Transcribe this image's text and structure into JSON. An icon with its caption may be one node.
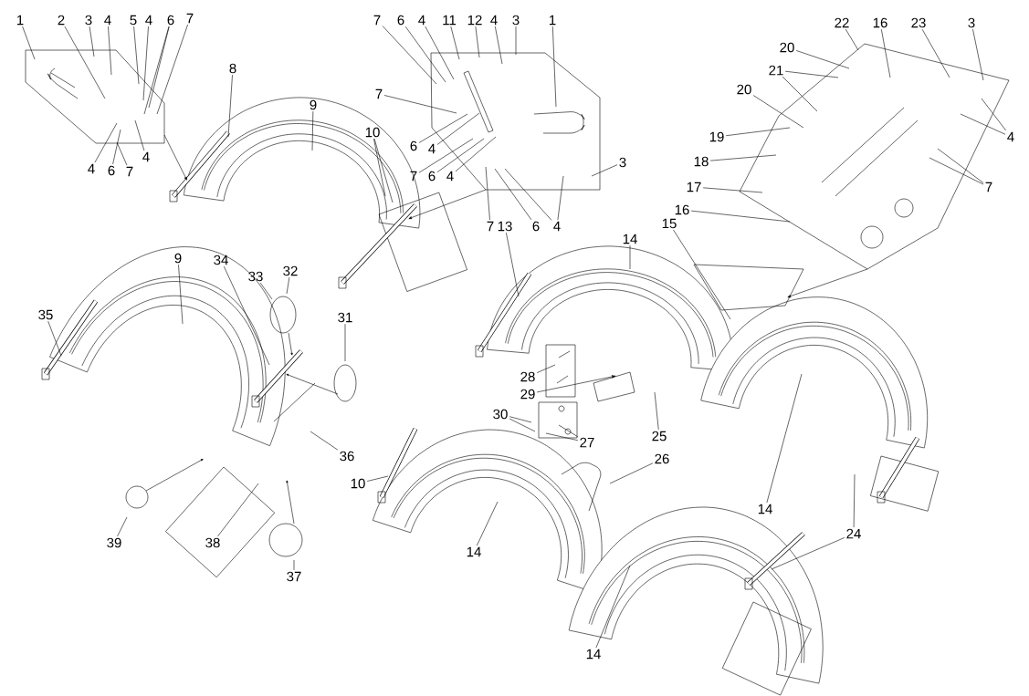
{
  "diagram": {
    "nodes": [
      {
        "text": [
          "1"
        ]
      },
      {
        "text": [
          "2"
        ]
      },
      {
        "text": [
          "3"
        ]
      },
      {
        "text": [
          "4"
        ]
      },
      {
        "text": [
          "5"
        ]
      },
      {
        "text": [
          "4"
        ]
      },
      {
        "text": [
          "6"
        ]
      },
      {
        "text": [
          "7"
        ]
      },
      {
        "text": [
          "7"
        ]
      },
      {
        "text": [
          "6"
        ]
      },
      {
        "text": [
          "4"
        ]
      },
      {
        "text": [
          "11"
        ]
      },
      {
        "text": [
          "12"
        ]
      },
      {
        "text": [
          "4"
        ]
      },
      {
        "text": [
          "3"
        ]
      },
      {
        "text": [
          "1"
        ]
      },
      {
        "text": [
          "22"
        ]
      },
      {
        "text": [
          "16"
        ]
      },
      {
        "text": [
          "23"
        ]
      },
      {
        "text": [
          "3"
        ]
      },
      {
        "text": [
          "20"
        ]
      },
      {
        "text": [
          "21"
        ]
      },
      {
        "text": [
          "8"
        ]
      },
      {
        "text": [
          "9"
        ]
      },
      {
        "text": [
          "7"
        ]
      },
      {
        "text": [
          "20"
        ]
      },
      {
        "text": [
          "19"
        ]
      },
      {
        "text": [
          "4"
        ]
      },
      {
        "text": [
          "10"
        ]
      },
      {
        "text": [
          "4"
        ]
      },
      {
        "text": [
          "6"
        ]
      },
      {
        "text": [
          "7"
        ]
      },
      {
        "text": [
          "4"
        ]
      },
      {
        "text": [
          "6"
        ]
      },
      {
        "text": [
          "4"
        ]
      },
      {
        "text": [
          "18"
        ]
      },
      {
        "text": [
          "3"
        ]
      },
      {
        "text": [
          "7"
        ]
      },
      {
        "text": [
          "6"
        ]
      },
      {
        "text": [
          "4"
        ]
      },
      {
        "text": [
          "7"
        ]
      },
      {
        "text": [
          "17"
        ]
      },
      {
        "text": [
          "16"
        ]
      },
      {
        "text": [
          "7"
        ]
      },
      {
        "text": [
          "13"
        ]
      },
      {
        "text": [
          "6"
        ]
      },
      {
        "text": [
          "4"
        ]
      },
      {
        "text": [
          "14"
        ]
      },
      {
        "text": [
          "15"
        ]
      },
      {
        "text": [
          "9"
        ]
      },
      {
        "text": [
          "34"
        ]
      },
      {
        "text": [
          "32"
        ]
      },
      {
        "text": [
          "33"
        ]
      },
      {
        "text": [
          "35"
        ]
      },
      {
        "text": [
          "31"
        ]
      },
      {
        "text": [
          "28"
        ]
      },
      {
        "text": [
          "29"
        ]
      },
      {
        "text": [
          "30"
        ]
      },
      {
        "text": [
          "25"
        ]
      },
      {
        "text": [
          "27"
        ]
      },
      {
        "text": [
          "36"
        ]
      },
      {
        "text": [
          "26"
        ]
      },
      {
        "text": [
          "10"
        ]
      },
      {
        "text": [
          "24"
        ]
      },
      {
        "text": [
          "14"
        ]
      },
      {
        "text": [
          "39"
        ]
      },
      {
        "text": [
          "38"
        ]
      },
      {
        "text": [
          "14"
        ]
      },
      {
        "text": [
          "37"
        ]
      },
      {
        "text": [
          "14"
        ]
      }
    ],
    "edges": [
      {
        "from": 0,
        "to": null,
        "arrow": "none"
      },
      {
        "from": 1,
        "to": null,
        "arrow": "none"
      },
      {
        "from": 2,
        "to": null,
        "arrow": "none"
      },
      {
        "from": 3,
        "to": null,
        "arrow": "none"
      },
      {
        "from": 4,
        "to": null,
        "arrow": "none"
      },
      {
        "from": 5,
        "to": null,
        "arrow": "none"
      },
      {
        "from": 6,
        "to": null,
        "arrow": "none"
      },
      {
        "from": 6,
        "to": null,
        "arrow": "none"
      },
      {
        "from": 7,
        "to": null,
        "arrow": "none"
      },
      {
        "from": 8,
        "to": null,
        "arrow": "none"
      },
      {
        "from": 9,
        "to": null,
        "arrow": "none"
      },
      {
        "from": 10,
        "to": null,
        "arrow": "none"
      },
      {
        "from": 11,
        "to": null,
        "arrow": "none"
      },
      {
        "from": 12,
        "to": null,
        "arrow": "none"
      },
      {
        "from": 13,
        "to": null,
        "arrow": "none"
      },
      {
        "from": 14,
        "to": null,
        "arrow": "none"
      },
      {
        "from": 15,
        "to": null,
        "arrow": "none"
      },
      {
        "from": 16,
        "to": null,
        "arrow": "none"
      },
      {
        "from": 17,
        "to": null,
        "arrow": "none"
      },
      {
        "from": 18,
        "to": null,
        "arrow": "none"
      },
      {
        "from": 19,
        "to": null,
        "arrow": "none"
      },
      {
        "from": 20,
        "to": null,
        "arrow": "none"
      },
      {
        "from": 21,
        "to": null,
        "arrow": "none"
      },
      {
        "from": 21,
        "to": null,
        "arrow": "none"
      },
      {
        "from": 22,
        "to": null,
        "arrow": "none"
      },
      {
        "from": 23,
        "to": null,
        "arrow": "none"
      },
      {
        "from": 24,
        "to": null,
        "arrow": "none"
      },
      {
        "from": 25,
        "to": null,
        "arrow": "none"
      },
      {
        "from": 26,
        "to": null,
        "arrow": "none"
      },
      {
        "from": 27,
        "to": null,
        "arrow": "none"
      },
      {
        "from": 27,
        "to": null,
        "arrow": "none"
      },
      {
        "from": 28,
        "to": null,
        "arrow": "none"
      },
      {
        "from": 28,
        "to": null,
        "arrow": "none"
      },
      {
        "from": 29,
        "to": null,
        "arrow": "none"
      },
      {
        "from": 30,
        "to": null,
        "arrow": "none"
      },
      {
        "from": 31,
        "to": null,
        "arrow": "none"
      },
      {
        "from": 32,
        "to": null,
        "arrow": "none"
      },
      {
        "from": 33,
        "to": null,
        "arrow": "none"
      },
      {
        "from": 34,
        "to": null,
        "arrow": "none"
      },
      {
        "from": 35,
        "to": null,
        "arrow": "none"
      },
      {
        "from": 36,
        "to": null,
        "arrow": "none"
      },
      {
        "from": 37,
        "to": null,
        "arrow": "none"
      },
      {
        "from": 38,
        "to": null,
        "arrow": "none"
      },
      {
        "from": 39,
        "to": null,
        "arrow": "none"
      },
      {
        "from": 40,
        "to": null,
        "arrow": "none"
      },
      {
        "from": 40,
        "to": null,
        "arrow": "none"
      },
      {
        "from": 41,
        "to": null,
        "arrow": "none"
      },
      {
        "from": 42,
        "to": null,
        "arrow": "none"
      },
      {
        "from": 43,
        "to": null,
        "arrow": "none"
      },
      {
        "from": 44,
        "to": null,
        "arrow": "none"
      },
      {
        "from": 45,
        "to": null,
        "arrow": "none"
      },
      {
        "from": 46,
        "to": null,
        "arrow": "none"
      },
      {
        "from": 46,
        "to": null,
        "arrow": "none"
      },
      {
        "from": 47,
        "to": null,
        "arrow": "none"
      },
      {
        "from": 48,
        "to": null,
        "arrow": "none"
      },
      {
        "from": 49,
        "to": null,
        "arrow": "none"
      },
      {
        "from": 50,
        "to": null,
        "arrow": "none"
      },
      {
        "from": 51,
        "to": null,
        "arrow": "none"
      },
      {
        "from": 52,
        "to": null,
        "arrow": "none"
      },
      {
        "from": 53,
        "to": null,
        "arrow": "none"
      },
      {
        "from": 54,
        "to": null,
        "arrow": "none"
      },
      {
        "from": 55,
        "to": null,
        "arrow": "none"
      },
      {
        "from": 56,
        "to": null,
        "arrow": "to"
      },
      {
        "from": 57,
        "to": null,
        "arrow": "none"
      },
      {
        "from": 57,
        "to": null,
        "arrow": "none"
      },
      {
        "from": 58,
        "to": null,
        "arrow": "none"
      },
      {
        "from": 59,
        "to": null,
        "arrow": "none"
      },
      {
        "from": 59,
        "to": null,
        "arrow": "none"
      },
      {
        "from": 60,
        "to": null,
        "arrow": "none"
      },
      {
        "from": 61,
        "to": null,
        "arrow": "none"
      },
      {
        "from": 62,
        "to": null,
        "arrow": "none"
      },
      {
        "from": 63,
        "to": null,
        "arrow": "none"
      },
      {
        "from": 63,
        "to": null,
        "arrow": "none"
      },
      {
        "from": 64,
        "to": null,
        "arrow": "none"
      },
      {
        "from": 65,
        "to": null,
        "arrow": "none"
      },
      {
        "from": 66,
        "to": null,
        "arrow": "none"
      },
      {
        "from": 67,
        "to": null,
        "arrow": "none"
      },
      {
        "from": 68,
        "to": null,
        "arrow": "none"
      },
      {
        "from": 69,
        "to": null,
        "arrow": "none"
      }
    ]
  }
}
